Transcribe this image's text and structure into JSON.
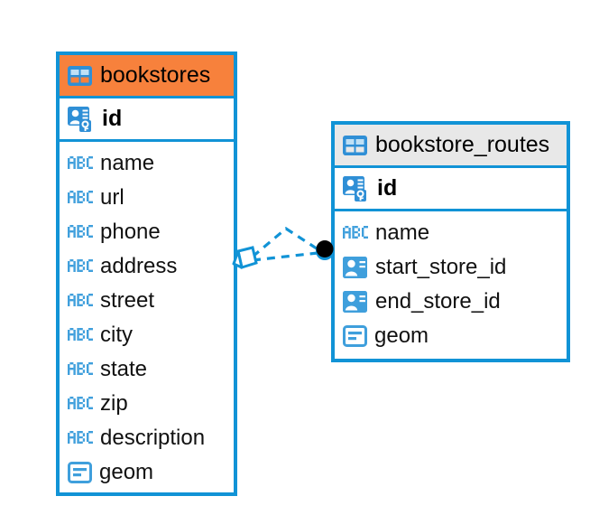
{
  "diagram": {
    "type": "entity-relationship-diagram",
    "background": "#ffffff",
    "accent_color": "#1193d6",
    "highlight_color": "#f7813c",
    "header_gray": "#e8e8e8"
  },
  "entities": [
    {
      "name": "bookstores",
      "title": "bookstores",
      "header_color": "#f7813c",
      "selected": true,
      "primary_key": {
        "label": "id",
        "icon": "primary-key-icon"
      },
      "fields": [
        {
          "label": "name",
          "icon": "abc-text-icon"
        },
        {
          "label": "url",
          "icon": "abc-text-icon"
        },
        {
          "label": "phone",
          "icon": "abc-text-icon"
        },
        {
          "label": "address",
          "icon": "abc-text-icon"
        },
        {
          "label": "street",
          "icon": "abc-text-icon"
        },
        {
          "label": "city",
          "icon": "abc-text-icon"
        },
        {
          "label": "state",
          "icon": "abc-text-icon"
        },
        {
          "label": "zip",
          "icon": "abc-text-icon"
        },
        {
          "label": "description",
          "icon": "abc-text-icon"
        },
        {
          "label": "geom",
          "icon": "geometry-icon"
        }
      ]
    },
    {
      "name": "bookstore_routes",
      "title": "bookstore_routes",
      "header_color": "#e8e8e8",
      "selected": false,
      "primary_key": {
        "label": "id",
        "icon": "primary-key-icon"
      },
      "fields": [
        {
          "label": "name",
          "icon": "abc-text-icon"
        },
        {
          "label": "start_store_id",
          "icon": "foreign-key-icon"
        },
        {
          "label": "end_store_id",
          "icon": "foreign-key-icon"
        },
        {
          "label": "geom",
          "icon": "geometry-icon"
        }
      ]
    }
  ],
  "relationship": {
    "style": "dashed",
    "color": "#1193d6",
    "source_entity": "bookstores",
    "target_entity": "bookstore_routes",
    "source_marker": "diamond-endpoint",
    "target_marker": "filled-circle-endpoint",
    "line_count": 2
  },
  "icons": {
    "table": "table-grid-icon",
    "primary_key": "primary-key-icon",
    "abc_text": "abc-text-icon",
    "geometry": "geometry-icon",
    "foreign_key": "foreign-key-icon"
  }
}
